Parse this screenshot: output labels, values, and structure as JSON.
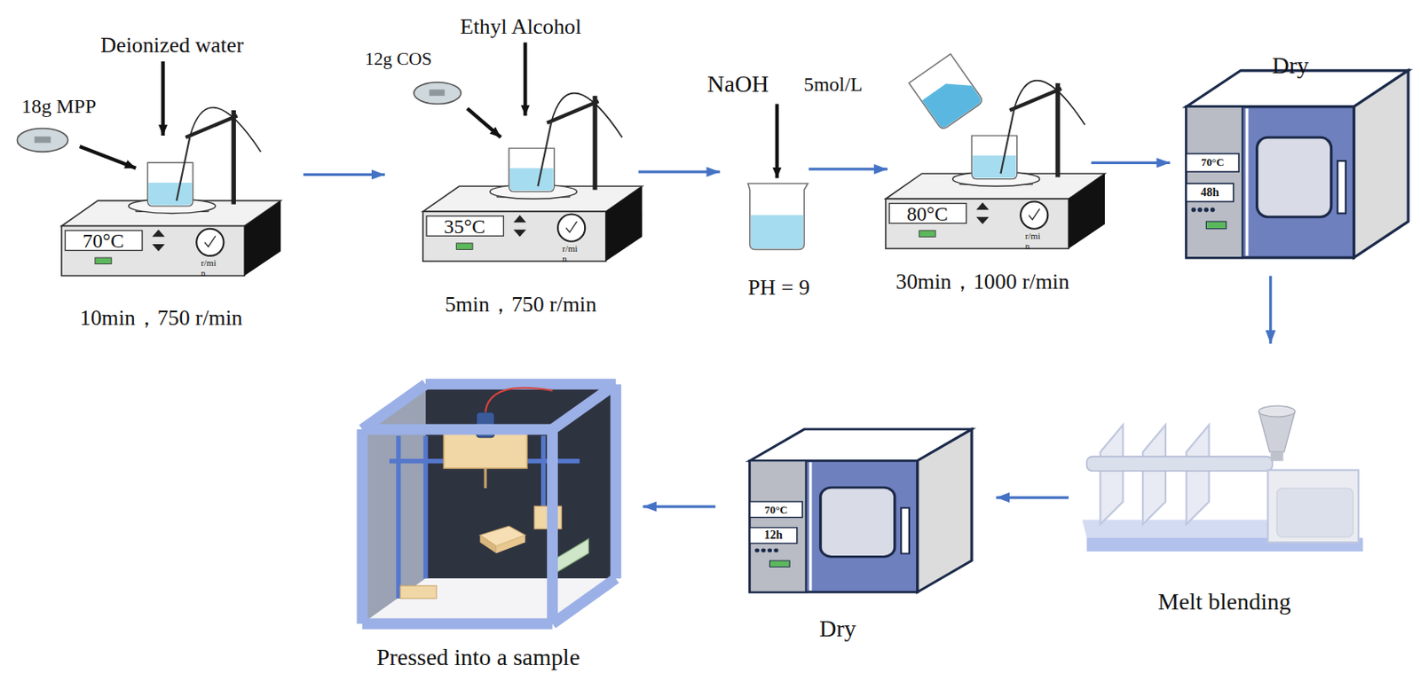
{
  "diagram": {
    "nodes": [
      {
        "text": [
          "Deionized water",
          "18g MPP",
          "70°C",
          "r/mi n",
          "10min，750 r/min"
        ]
      },
      {
        "text": [
          "Ethyl Alcohol",
          "12g COS",
          "35°C",
          "r/mi n",
          "5min，750 r/min"
        ]
      },
      {
        "text": [
          "NaOH",
          "5mol/L",
          "PH = 9"
        ]
      },
      {
        "text": [
          "80°C",
          "r/mi n",
          "30min，1000 r/min"
        ]
      },
      {
        "text": [
          "Dry",
          "70°C",
          "48h"
        ]
      },
      {
        "text": [
          "Melt blending"
        ]
      },
      {
        "text": [
          "70°C",
          "12h",
          "Dry"
        ]
      },
      {
        "text": [
          "Pressed into a sample"
        ]
      }
    ],
    "edges": [
      {
        "from": 0,
        "to": 1,
        "arrow": "to"
      },
      {
        "from": 1,
        "to": 2,
        "arrow": "to"
      },
      {
        "from": 2,
        "to": 3,
        "arrow": "to"
      },
      {
        "from": 3,
        "to": 4,
        "arrow": "to"
      },
      {
        "from": 4,
        "to": 5,
        "arrow": "to"
      },
      {
        "from": 5,
        "to": 6,
        "arrow": "to"
      },
      {
        "from": 6,
        "to": 7,
        "arrow": "to"
      }
    ]
  }
}
